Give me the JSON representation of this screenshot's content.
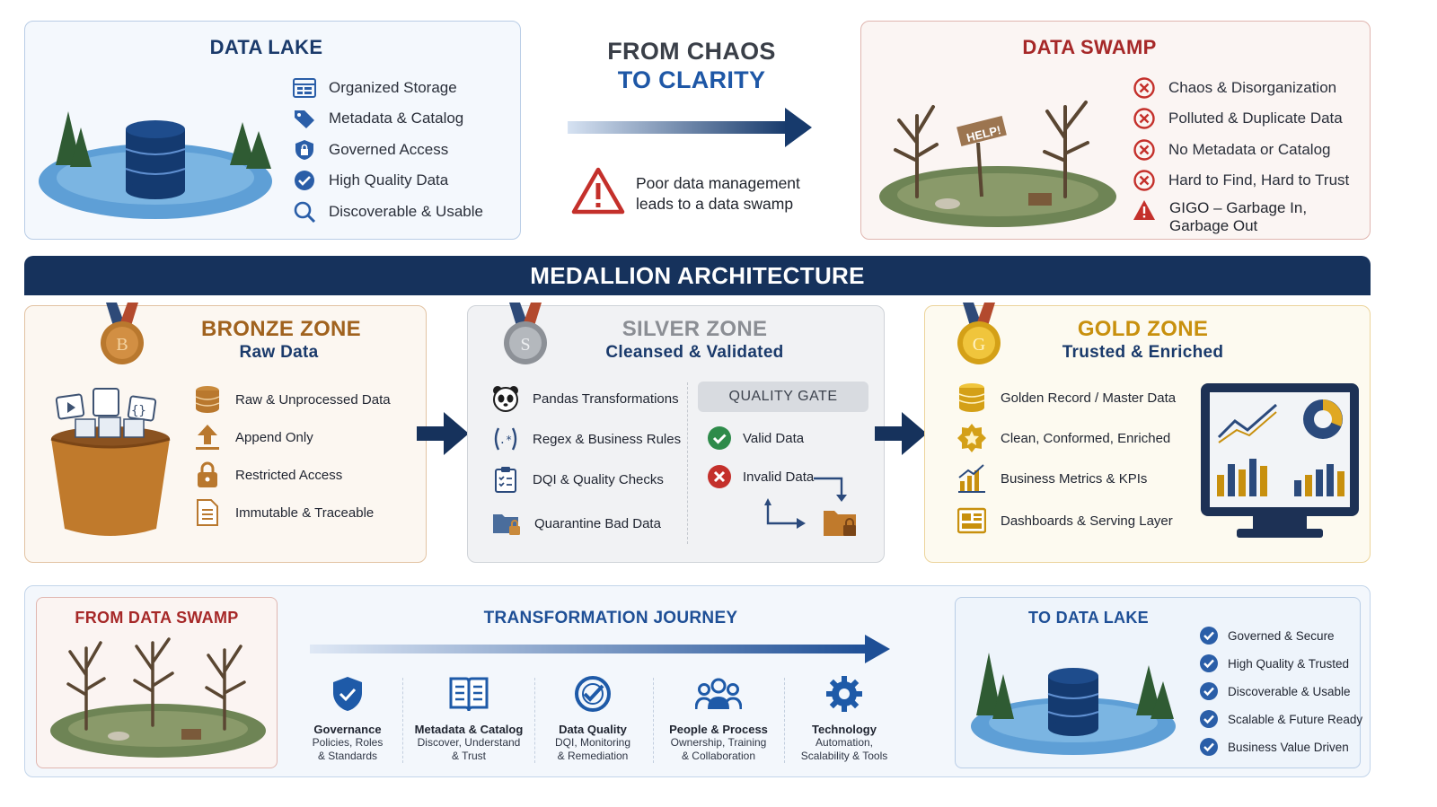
{
  "data_lake": {
    "title": "DATA LAKE",
    "items": [
      {
        "label": "Organized Storage",
        "icon": "storage-icon"
      },
      {
        "label": "Metadata & Catalog",
        "icon": "tag-icon"
      },
      {
        "label": "Governed Access",
        "icon": "shield-lock-icon"
      },
      {
        "label": "High Quality Data",
        "icon": "check-circle-icon"
      },
      {
        "label": "Discoverable & Usable",
        "icon": "search-icon"
      }
    ]
  },
  "center": {
    "title_line1": "FROM CHAOS",
    "title_line2": "TO CLARITY",
    "warning_line1": "Poor data management",
    "warning_line2": "leads to a data swamp"
  },
  "data_swamp": {
    "title": "DATA SWAMP",
    "sign": "HELP!",
    "items": [
      {
        "label": "Chaos & Disorganization"
      },
      {
        "label": "Polluted & Duplicate Data"
      },
      {
        "label": "No Metadata or Catalog"
      },
      {
        "label": "Hard to Find, Hard to Trust"
      }
    ],
    "gigo_line1": "GIGO – Garbage In,",
    "gigo_line2": "Garbage Out"
  },
  "medallion": {
    "banner": "MEDALLION ARCHITECTURE",
    "bronze": {
      "badge": "B",
      "title": "BRONZE ZONE",
      "subtitle": "Raw Data",
      "items": [
        {
          "label": "Raw & Unprocessed Data",
          "icon": "database-icon"
        },
        {
          "label": "Append Only",
          "icon": "upload-icon"
        },
        {
          "label": "Restricted Access",
          "icon": "lock-icon"
        },
        {
          "label": "Immutable & Traceable",
          "icon": "document-icon"
        }
      ]
    },
    "silver": {
      "badge": "S",
      "title": "SILVER ZONE",
      "subtitle": "Cleansed & Validated",
      "items": [
        {
          "label": "Pandas Transformations",
          "icon": "panda-icon"
        },
        {
          "label": "Regex & Business Rules",
          "icon": "regex-icon"
        },
        {
          "label": "DQI & Quality Checks",
          "icon": "clipboard-icon"
        },
        {
          "label": "Quarantine Bad Data",
          "icon": "locked-folder-icon"
        }
      ],
      "gate": "QUALITY GATE",
      "valid": "Valid Data",
      "invalid": "Invalid Data"
    },
    "gold": {
      "badge": "G",
      "title": "GOLD ZONE",
      "subtitle": "Trusted & Enriched",
      "items": [
        {
          "label": "Golden Record / Master Data",
          "icon": "gold-database-icon"
        },
        {
          "label": "Clean, Conformed, Enriched",
          "icon": "badge-star-icon"
        },
        {
          "label": "Business Metrics & KPIs",
          "icon": "bar-chart-icon"
        },
        {
          "label": "Dashboards & Serving Layer",
          "icon": "dashboard-icon"
        }
      ]
    }
  },
  "journey": {
    "from_title": "FROM DATA SWAMP",
    "title": "TRANSFORMATION JOURNEY",
    "steps": [
      {
        "title": "Governance",
        "line1": "Policies, Roles",
        "line2": "& Standards",
        "icon": "shield-icon"
      },
      {
        "title": "Metadata & Catalog",
        "line1": "Discover, Understand",
        "line2": "& Trust",
        "icon": "book-icon"
      },
      {
        "title": "Data Quality",
        "line1": "DQI, Monitoring",
        "line2": "& Remediation",
        "icon": "quality-check-icon"
      },
      {
        "title": "People & Process",
        "line1": "Ownership, Training",
        "line2": "& Collaboration",
        "icon": "people-icon"
      },
      {
        "title": "Technology",
        "line1": "Automation,",
        "line2": "Scalability & Tools",
        "icon": "gear-icon"
      }
    ],
    "to_title": "TO DATA LAKE",
    "to_items": [
      "Governed & Secure",
      "High Quality & Trusted",
      "Discoverable & Usable",
      "Scalable & Future Ready",
      "Business Value Driven"
    ]
  },
  "colors": {
    "navy": "#1a3a6b",
    "red": "#a62828",
    "bronze": "#a0621e",
    "gold": "#c8900e",
    "silver": "#8b8e94"
  }
}
